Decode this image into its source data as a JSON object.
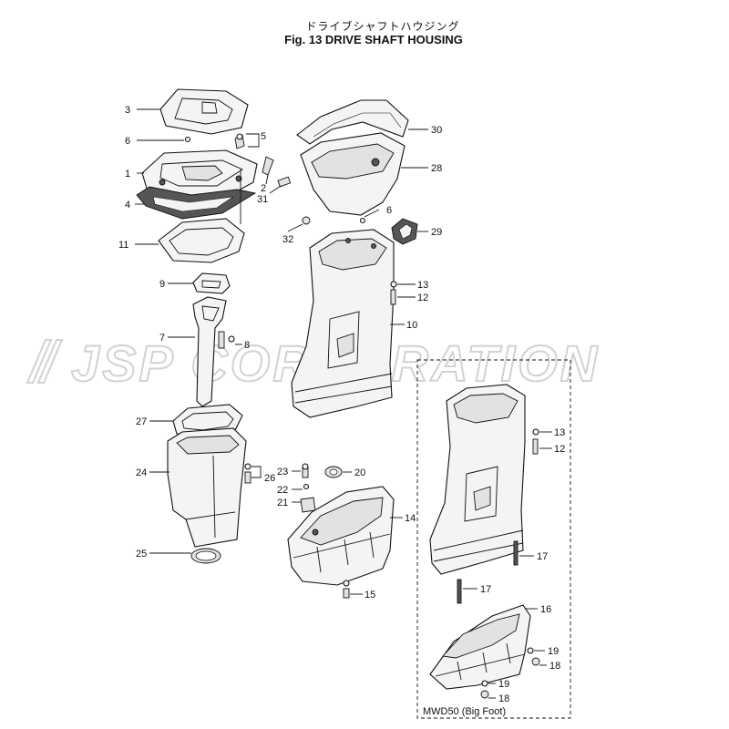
{
  "header": {
    "title_ja": "ドライブシャフトハウジング",
    "title_en": "Fig. 13    DRIVE SHAFT HOUSING"
  },
  "watermark": "JSP CORPORATION",
  "inset_caption": "MWD50 (Big Foot)",
  "labels": {
    "p1": "1",
    "p2": "2",
    "p3": "3",
    "p4": "4",
    "p5": "5",
    "p6a": "6",
    "p6b": "6",
    "p7": "7",
    "p8": "8",
    "p9": "9",
    "p10": "10",
    "p11": "11",
    "p12a": "12",
    "p12b": "12",
    "p13a": "13",
    "p13b": "13",
    "p14": "14",
    "p15": "15",
    "p16": "16",
    "p17a": "17",
    "p17b": "17",
    "p18a": "18",
    "p18b": "18",
    "p19a": "19",
    "p19b": "19",
    "p20": "20",
    "p21": "21",
    "p22": "22",
    "p23": "23",
    "p24": "24",
    "p25": "25",
    "p26": "26",
    "p27": "27",
    "p28": "28",
    "p29": "29",
    "p30": "30",
    "p31": "31",
    "p32": "32"
  }
}
